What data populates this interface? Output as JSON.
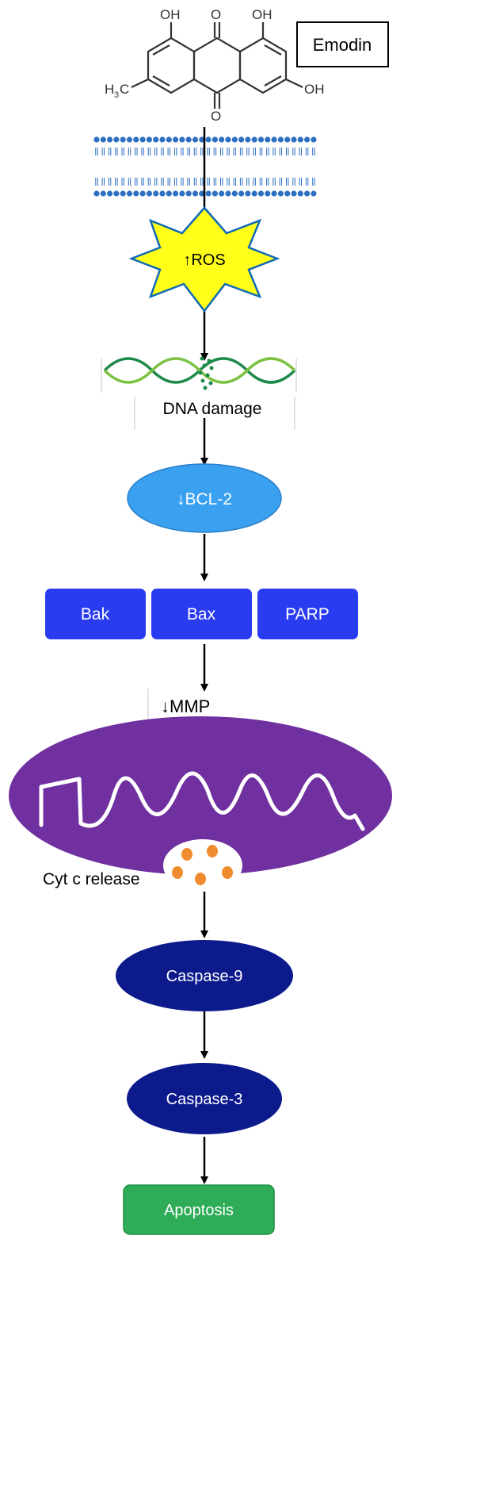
{
  "molecule": {
    "name": "Emodin",
    "labels": {
      "oh_left": "OH",
      "oh_right": "OH",
      "oh_ring": "OH",
      "ketone_top": "O",
      "ketone_bottom": "O",
      "methyl": "H",
      "methyl_sub": "3",
      "methyl_c": "C"
    }
  },
  "steps": {
    "ros": "↑ROS",
    "dna": "DNA damage",
    "bcl2": "↓BCL-2",
    "bak": "Bak",
    "bax": "Bax",
    "parp": "PARP",
    "mmp": "↓MMP",
    "cytc": "Cyt c release",
    "casp9": "Caspase-9",
    "casp3": "Caspase-3",
    "apoptosis": "Apoptosis"
  },
  "colors": {
    "membrane_blue": "#2e6fc1",
    "ros_yellow": "#ffff1a",
    "dna_green_dark": "#1e8a4a",
    "dna_green_light": "#7cc242",
    "bcl2_fill": "#3aa0f0",
    "protein_box": "#2a3cf0",
    "mito_purple": "#7030a0",
    "cyt_orange": "#f08c30",
    "caspase_navy": "#0d1a8c",
    "apoptosis_green": "#2eac58"
  }
}
